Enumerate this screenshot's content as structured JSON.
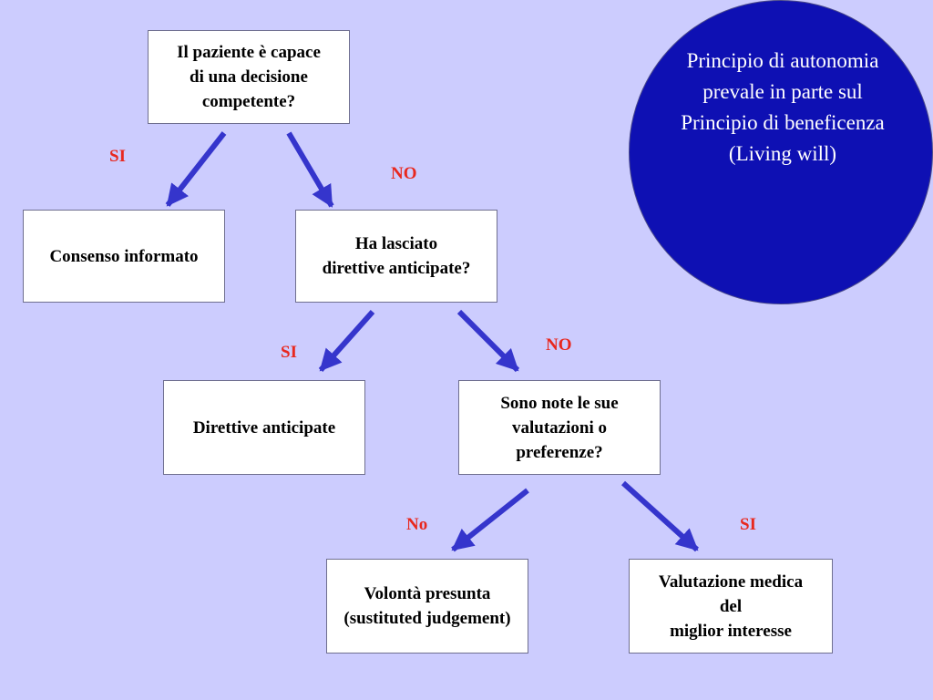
{
  "colors": {
    "background": "#ccccfe",
    "arrow": "#3535cc",
    "label": "#e8281e",
    "circle": "#0e10b3"
  },
  "nodes": {
    "q_capable": "Il paziente è capace\ndi una decisione\ncompetente?",
    "informed_consent": "Consenso informato",
    "q_directives": "Ha lasciato\ndirettive anticipate?",
    "advance_directives": "Direttive anticipate",
    "q_preferences": "Sono note le sue\nvalutazioni o\npreferenze?",
    "presumed_will": "Volontà  presunta\n(sustituted judgement)",
    "best_interest": "Valutazione medica\ndel\nmiglior interesse"
  },
  "edge_labels": {
    "capable_yes": "SI",
    "capable_no": "NO",
    "directives_yes": "SI",
    "directives_no": "NO",
    "preferences_no": "No",
    "preferences_yes": "SI"
  },
  "note": {
    "text": "Principio di autonomia\nprevale  in parte sul\nPrincipio di beneficenza\n(Living will)"
  }
}
